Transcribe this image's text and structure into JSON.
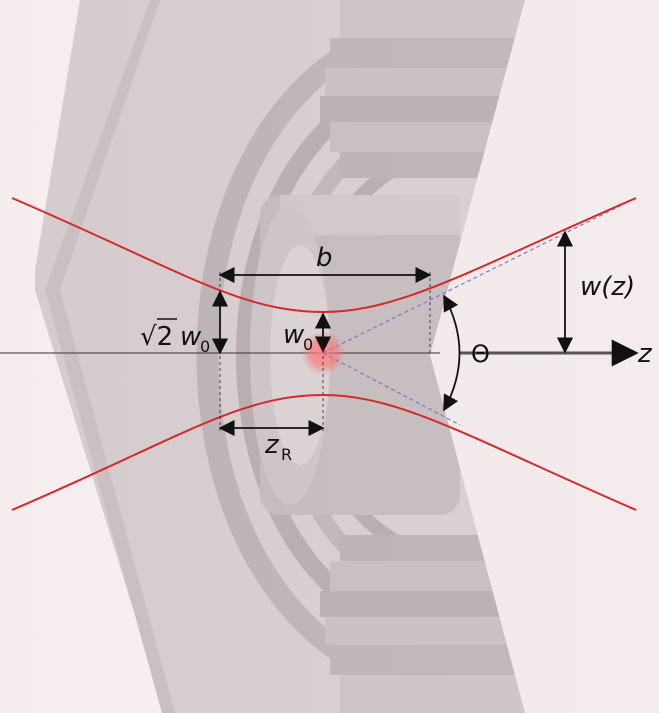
{
  "labels": {
    "b": "b",
    "sqrt2_radical": "√2",
    "sqrt2_w": "w",
    "sqrt2_sub": "0",
    "w0_w": "w",
    "w0_sub": "0",
    "theta": "Θ",
    "wz": "w(z)",
    "z_axis": "z",
    "zR_z": "z",
    "zR_sub": "R"
  },
  "colors": {
    "beam": "#d42a2a",
    "asymptote": "#7a7ac8",
    "arrow": "#111111",
    "axis": "#333333",
    "waist_spot": "#ff6b6b",
    "background_tint": "#f2e4e6"
  }
}
